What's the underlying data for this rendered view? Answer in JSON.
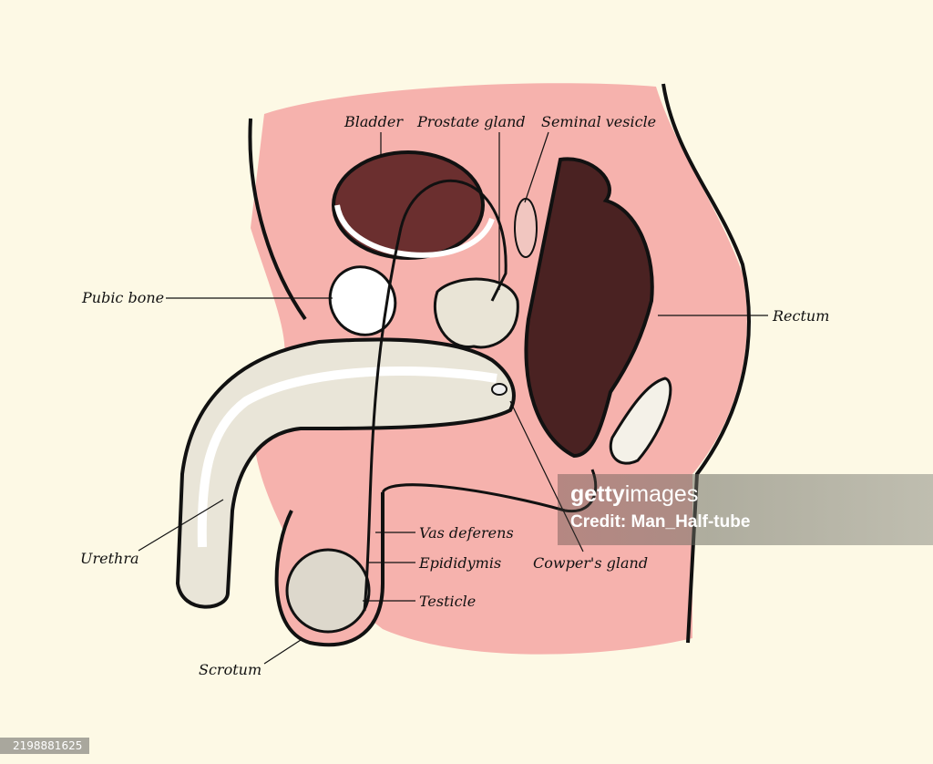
{
  "labels": {
    "bladder": "Bladder",
    "prostate_gland": "Prostate gland",
    "seminal_vesicle": "Seminal vesicle",
    "pubic_bone": "Pubic bone",
    "rectum": "Rectum",
    "urethra": "Urethra",
    "vas_deferens": "Vas deferens",
    "epididymis": "Epididymis",
    "testicle": "Testicle",
    "scrotum": "Scrotum",
    "cowpers_gland": "Cowper's gland"
  },
  "watermark": {
    "logo_bold": "getty",
    "logo_light": "images",
    "credit": "Credit: Man_Half-tube"
  },
  "image_id": "2198881625",
  "colors": {
    "background": "#fdf9e5",
    "body_pink": "#f6b2ad",
    "tissue_dark": "#5a2a2a",
    "outline": "#111111"
  }
}
